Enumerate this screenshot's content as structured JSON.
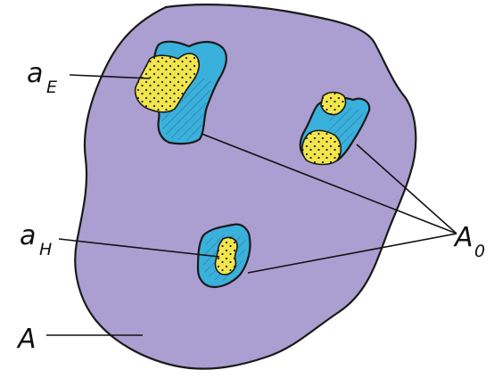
{
  "colors": {
    "region_A": "#aa9fd0",
    "region_A0": "#3ab0dc",
    "region_a": "#f2e64a",
    "outline": "#1a1a1a"
  },
  "labels": {
    "aE": {
      "main": "a",
      "sub": "E"
    },
    "aH": {
      "main": "a",
      "sub": "H"
    },
    "A": {
      "main": "A"
    },
    "A0": {
      "main": "A",
      "sub": "0"
    }
  }
}
